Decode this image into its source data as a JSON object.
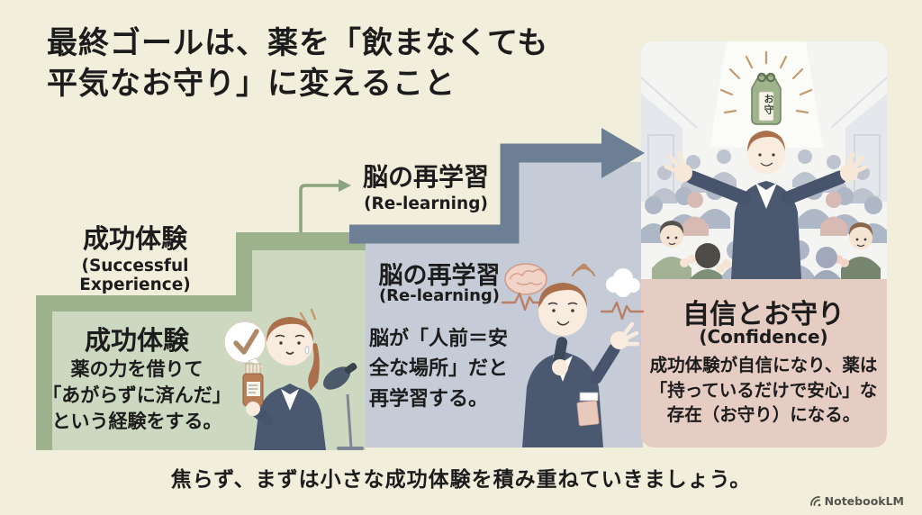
{
  "title": {
    "line1": "最終ゴールは、薬を「飲まなくても",
    "line2": "平気なお守り」に変えること"
  },
  "steps": [
    {
      "header_title": "成功体験",
      "header_sub": "(Successful Experience)",
      "box_title": "成功体験",
      "body_lines": [
        "薬の力を借りて",
        "「あがらずに済んだ」",
        "という経験をする。"
      ]
    },
    {
      "label_title": "脳の再学習",
      "label_sub": "(Re-learning)",
      "box_title": "脳の再学習",
      "box_sub": "(Re-learning)",
      "body_lines": [
        "脳が「人前＝安",
        "全な場所」だと",
        "再学習する。"
      ]
    },
    {
      "box_title": "自信とお守り",
      "box_sub": "(Confidence)",
      "body_lines": [
        "成功体験が自信になり、薬は",
        "「持っているだけで安心」な",
        "存在（お守り）になる。"
      ]
    }
  ],
  "charm": {
    "label": "お守"
  },
  "footer": {
    "caption": "焦らず、まずは小さな成功体験を積み重ねていきましょう。",
    "watermark": "NotebookLM"
  },
  "colors": {
    "background": "#f2eedc",
    "title_text": "#1c1c1c",
    "step1_border": "#9db18d",
    "step1_fill": "#cdd8c1",
    "step2_fill": "#c5ccd7",
    "step3_fill": "#e6cdc4",
    "arrow": "#6d7f94",
    "mini_arrow": "#8ba37f",
    "illustration_bg": "#f4f5f3",
    "accent_brown": "#b98d6e"
  }
}
